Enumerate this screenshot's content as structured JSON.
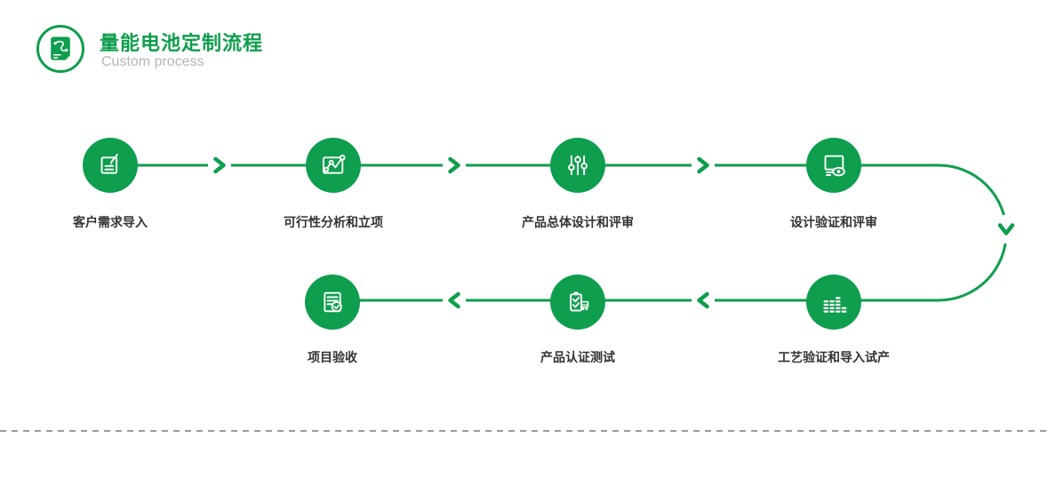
{
  "header": {
    "title": "量能电池定制流程",
    "subtitle": "Custom process",
    "logo_icon": "process-document-icon"
  },
  "colors": {
    "accent_green": "#0E9E4D",
    "label_text": "#333333",
    "subtitle_gray": "#B5B5B5",
    "dashed_line_gray": "#9A9A9A",
    "icon_glyph": "#FFFFFF"
  },
  "flow": {
    "steps": [
      {
        "label": "客户需求导入",
        "icon": "edit-document-icon"
      },
      {
        "label": "可行性分析和立项",
        "icon": "line-chart-icon"
      },
      {
        "label": "产品总体设计和评审",
        "icon": "sliders-icon"
      },
      {
        "label": "设计验证和评审",
        "icon": "monitor-eye-icon"
      },
      {
        "label": "工艺验证和导入试产",
        "icon": "equalizer-bars-icon"
      },
      {
        "label": "产品认证测试",
        "icon": "certification-truck-icon"
      },
      {
        "label": "项目验收",
        "icon": "document-check-icon"
      }
    ],
    "arrows": [
      "chevron-right-icon",
      "chevron-right-icon",
      "chevron-right-icon",
      "chevron-down-icon",
      "chevron-left-icon",
      "chevron-left-icon"
    ]
  }
}
